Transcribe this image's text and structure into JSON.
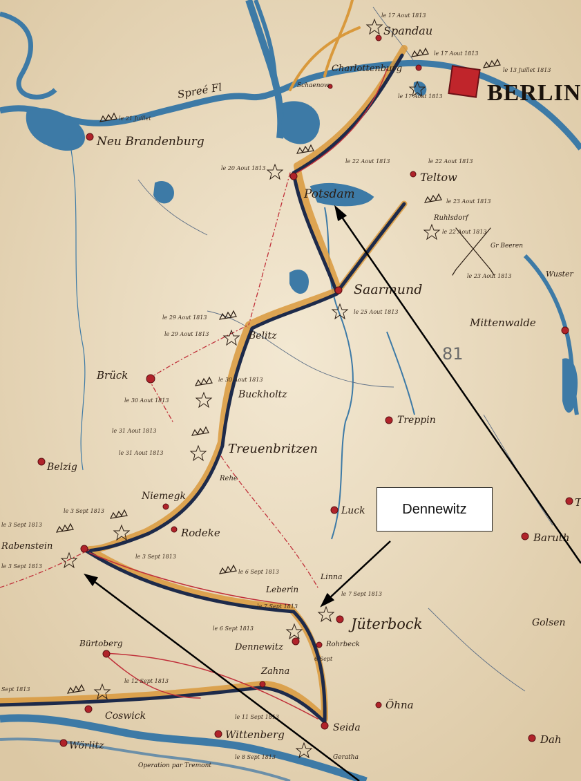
{
  "callout": {
    "label": "Dennewitz"
  },
  "map_number": "81",
  "rivers": {
    "spree": "Spreé Fl"
  },
  "places": {
    "berlin": "BERLIN",
    "spandau": "Spandau",
    "charlottenburg": "Charlottenburg",
    "schoenow": "Schaenow",
    "neu_brandenburg": "Neu Brandenburg",
    "potsdam": "Potsdam",
    "teltow": "Teltow",
    "ruhlsdorf": "Ruhlsdorf",
    "gr_beeren": "Gr Beeren",
    "saarmund": "Saarmund",
    "beelitz": "Belitz",
    "mittenwalde": "Mittenwalde",
    "wusterhausen": "Wuster",
    "brueck": "Brück",
    "buchholtz": "Buckholtz",
    "trebbin": "Treppin",
    "treuenbrietzen": "Treuenbritzen",
    "belzig": "Belzig",
    "rehe": "Rehe",
    "niemegk": "Niemegk",
    "luckenwalde": "Luck",
    "baruth": "Baruth",
    "rodeke": "Rodeke",
    "rabenstein": "Rabenstein",
    "linna": "Linna",
    "leberin": "Leberin",
    "jueterbock": "Jüterbock",
    "dennewitz": "Dennewitz",
    "rohrbeck": "Rohrbeck",
    "golssen": "Golsen",
    "buerteberg": "Bürtoberg",
    "zahna": "Zahna",
    "coswick": "Coswick",
    "oehna": "Öhna",
    "seyda": "Seida",
    "woerlitz": "Wörlitz",
    "wittenberg": "Wittenberg",
    "gadegast": "Geratha",
    "dahme": "Dah",
    "edge_t": "T",
    "operation": "Operation par Tremont"
  },
  "dates": {
    "d1": "le 17 Aout 1813",
    "d2": "le 17 Aout 1813",
    "d3": "le 13 Juillet 1813",
    "d4": "le 21 Juillet",
    "d5": "le 17 Aout 1813",
    "d6": "le 20 Aout 1813",
    "d7": "le 22 Aout 1813",
    "d8": "le 22 Aout 1813",
    "d9": "le 23 Aout 1813",
    "d10": "le 22 Aout 1813",
    "d11": "le 23 Aout 1813",
    "d12": "le 25 Aout 1813",
    "d13": "le 29 Aout 1813",
    "d14": "le 29 Aout 1813",
    "d15": "le 30 Aout 1813",
    "d16": "le 30 Aout 1813",
    "d17": "le 31 Aout 1813",
    "d18": "le 31 Aout 1813",
    "d19": "le 3 Sept 1813",
    "d20": "le 3 Sept 1813",
    "d21": "le 3 Sept 1813",
    "d22": "le 3 Sept 1813",
    "d23": "le 6 Sept 1813",
    "d24": "le 7 Sept 1813",
    "d25": "le 7 Sept 1813",
    "d26": "le 6 Sept 1813",
    "d27": "6 Sept",
    "d28": "le 12 Sept 1813",
    "d29": "Sept 1813",
    "d30": "le 11 Sept 1813",
    "d31": "le 8 Sept 1813"
  },
  "colors": {
    "paper": "#efe2c8",
    "water": "#3d7aa6",
    "route_orange": "#d9993c",
    "route_dark": "#1d2a4a",
    "route_red": "#c0303a",
    "town": "#b0232a"
  }
}
